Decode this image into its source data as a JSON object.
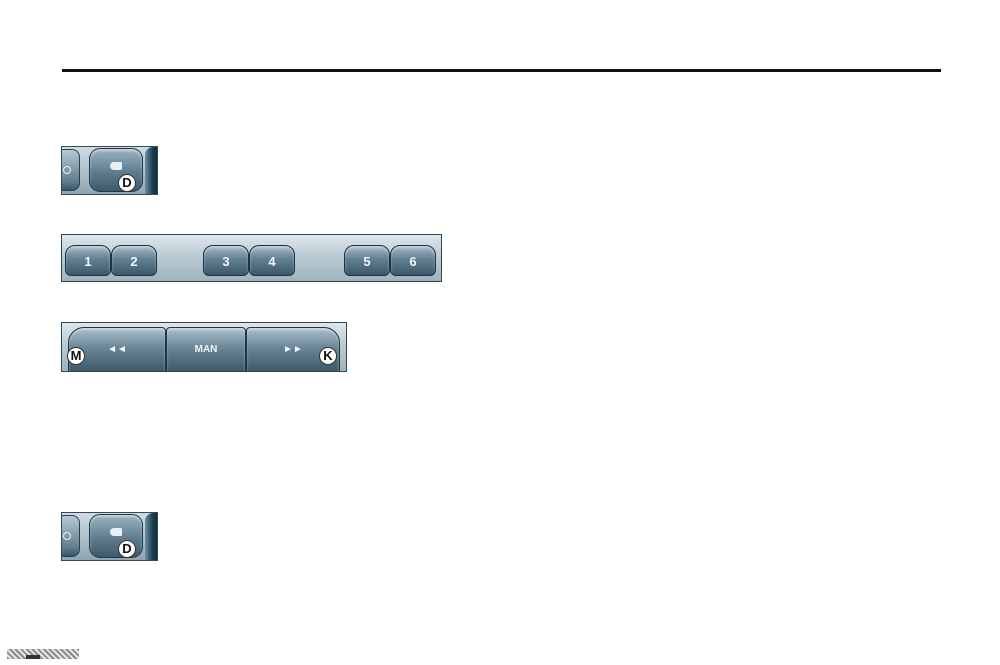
{
  "panel_d_top": {
    "badge": "D"
  },
  "presets": {
    "buttons": [
      {
        "label": "1"
      },
      {
        "label": "2"
      },
      {
        "label": "3"
      },
      {
        "label": "4"
      },
      {
        "label": "5"
      },
      {
        "label": "6"
      }
    ]
  },
  "tuner": {
    "seek_back_label": "◄◄",
    "manual_label": "MAN",
    "seek_forward_label": "►►",
    "badge_left": "M",
    "badge_right": "K"
  },
  "panel_d_bottom": {
    "badge": "D"
  },
  "colors": {
    "rule": "#111111",
    "button_dark": "#3d5868",
    "panel_light": "#dde7ec"
  }
}
